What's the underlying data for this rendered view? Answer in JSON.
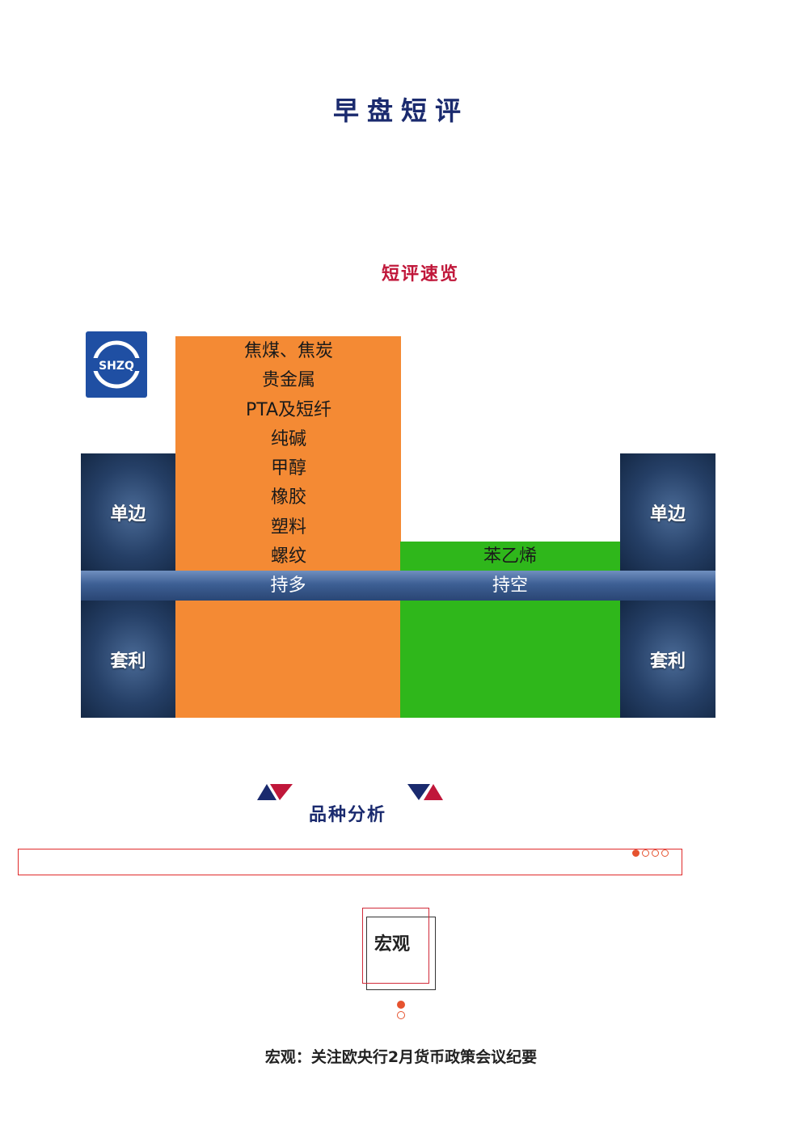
{
  "header": {
    "title": "早盘短评"
  },
  "overview": {
    "section_title": "短评速览",
    "logo_text": "SHZQ",
    "left_top_label": "单边",
    "left_bottom_label": "套利",
    "right_top_label": "单边",
    "right_bottom_label": "套利",
    "long_label": "持多",
    "short_label": "持空",
    "long_items": [
      "焦煤、焦炭",
      "贵金属",
      "PTA及短纤",
      "纯碱",
      "甲醇",
      "橡胶",
      "塑料",
      "螺纹"
    ],
    "short_items": [
      "苯乙烯"
    ],
    "colors": {
      "long": "#f48a34",
      "short": "#2fb71b",
      "navy": "#1a2a6e",
      "red": "#c0173a"
    }
  },
  "analysis": {
    "title": "品种分析",
    "macro_label": "宏观",
    "summary": "宏观：关注欧央行2月货币政策会议纪要"
  }
}
